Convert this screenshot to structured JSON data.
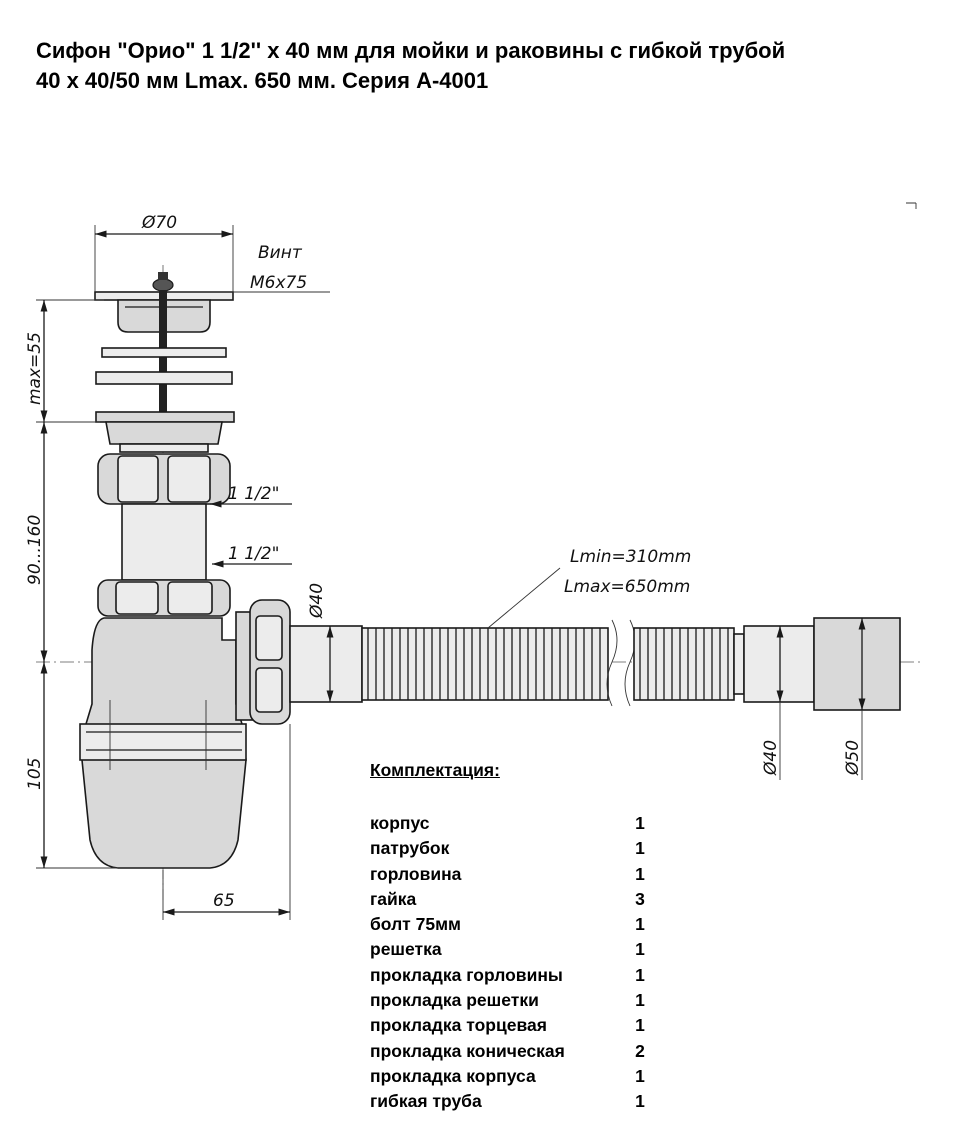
{
  "title": {
    "line1": "Сифон \"Орио\" 1 1/2'' х 40 мм для мойки и раковины с гибкой трубой",
    "line2": "40 х 40/50 мм Lmax. 650 мм. Серия А-4001"
  },
  "drawing": {
    "dim_d70": "Ø70",
    "screw_label": "Винт",
    "screw_size": "М6х75",
    "dim_max55": "max=55",
    "dim_90_160": "90...160",
    "dim_105": "105",
    "dim_65": "65",
    "thread_upper": "1 1/2\"",
    "thread_lower": "1 1/2\"",
    "dim_d40_outlet": "Ø40",
    "lmin": "Lmin=310mm",
    "lmax": "Lmax=650mm",
    "dim_d40_end": "Ø40",
    "dim_d50_end": "Ø50"
  },
  "kit": {
    "title": "Комплектация:",
    "items": [
      {
        "name": "корпус",
        "qty": "1"
      },
      {
        "name": "патрубок",
        "qty": "1"
      },
      {
        "name": "горловина",
        "qty": "1"
      },
      {
        "name": "гайка",
        "qty": "3"
      },
      {
        "name": "болт 75мм",
        "qty": "1"
      },
      {
        "name": "решетка",
        "qty": "1"
      },
      {
        "name": "прокладка горловины",
        "qty": "1"
      },
      {
        "name": "прокладка решетки",
        "qty": "1"
      },
      {
        "name": "прокладка торцевая",
        "qty": "1"
      },
      {
        "name": "прокладка коническая",
        "qty": "2"
      },
      {
        "name": "прокладка корпуса",
        "qty": "1"
      },
      {
        "name": "гибкая труба",
        "qty": "1"
      }
    ]
  }
}
